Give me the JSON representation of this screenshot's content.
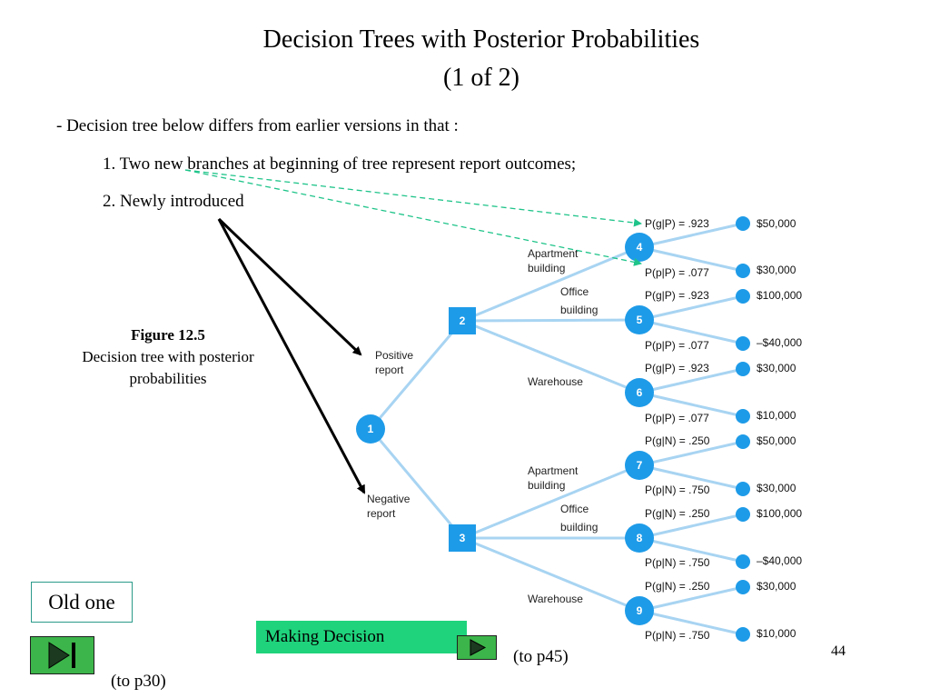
{
  "slide": {
    "title_line1": "Decision Trees with Posterior Probabilities",
    "title_line2": "(1 of 2)",
    "intro": "- Decision tree below differs from earlier versions in that :",
    "point1": "1. Two new branches at beginning of tree represent report outcomes;",
    "point2": "2. Newly introduced",
    "caption_label": "Figure 12.5",
    "caption_line1": "Decision tree with posterior",
    "caption_line2": "probabilities",
    "page_number": "44"
  },
  "tree": {
    "root": "1",
    "decisions": [
      {
        "id": "2",
        "report_label_1": "Positive",
        "report_label_2": "report"
      },
      {
        "id": "3",
        "report_label_1": "Negative",
        "report_label_2": "report"
      }
    ],
    "alternatives": [
      {
        "label_1": "Apartment",
        "label_2": "building",
        "chance": "4",
        "prob_good": "P(g|P) = .923",
        "prob_poor": "P(p|P) = .077",
        "payoff_good": "$50,000",
        "payoff_poor": "$30,000"
      },
      {
        "label_1": "Office",
        "label_2": "building",
        "chance": "5",
        "prob_good": "P(g|P) = .923",
        "prob_poor": "P(p|P) = .077",
        "payoff_good": "$100,000",
        "payoff_poor": "–$40,000"
      },
      {
        "label_1": "Warehouse",
        "label_2": "",
        "chance": "6",
        "prob_good": "P(g|P) = .923",
        "prob_poor": "P(p|P) = .077",
        "payoff_good": "$30,000",
        "payoff_poor": "$10,000"
      },
      {
        "label_1": "Apartment",
        "label_2": "building",
        "chance": "7",
        "prob_good": "P(g|N) = .250",
        "prob_poor": "P(p|N) = .750",
        "payoff_good": "$50,000",
        "payoff_poor": "$30,000"
      },
      {
        "label_1": "Office",
        "label_2": "building",
        "chance": "8",
        "prob_good": "P(g|N) = .250",
        "prob_poor": "P(p|N) = .750",
        "payoff_good": "$100,000",
        "payoff_poor": "–$40,000"
      },
      {
        "label_1": "Warehouse",
        "label_2": "",
        "chance": "9",
        "prob_good": "P(g|N) = .250",
        "prob_poor": "P(p|N) = .750",
        "payoff_good": "$30,000",
        "payoff_poor": "$10,000"
      }
    ]
  },
  "nav": {
    "old_one": "Old one",
    "making_decision": "Making Decision",
    "to_p30": "(to p30)",
    "to_p45": "(to p45)"
  },
  "colors": {
    "node_blue": "#1e9be8",
    "branch_blue": "#a8d4f2",
    "green_button": "#3cb54a",
    "decision_label_bg": "#1fd37c",
    "dashed_arrow": "#1fc48a"
  }
}
